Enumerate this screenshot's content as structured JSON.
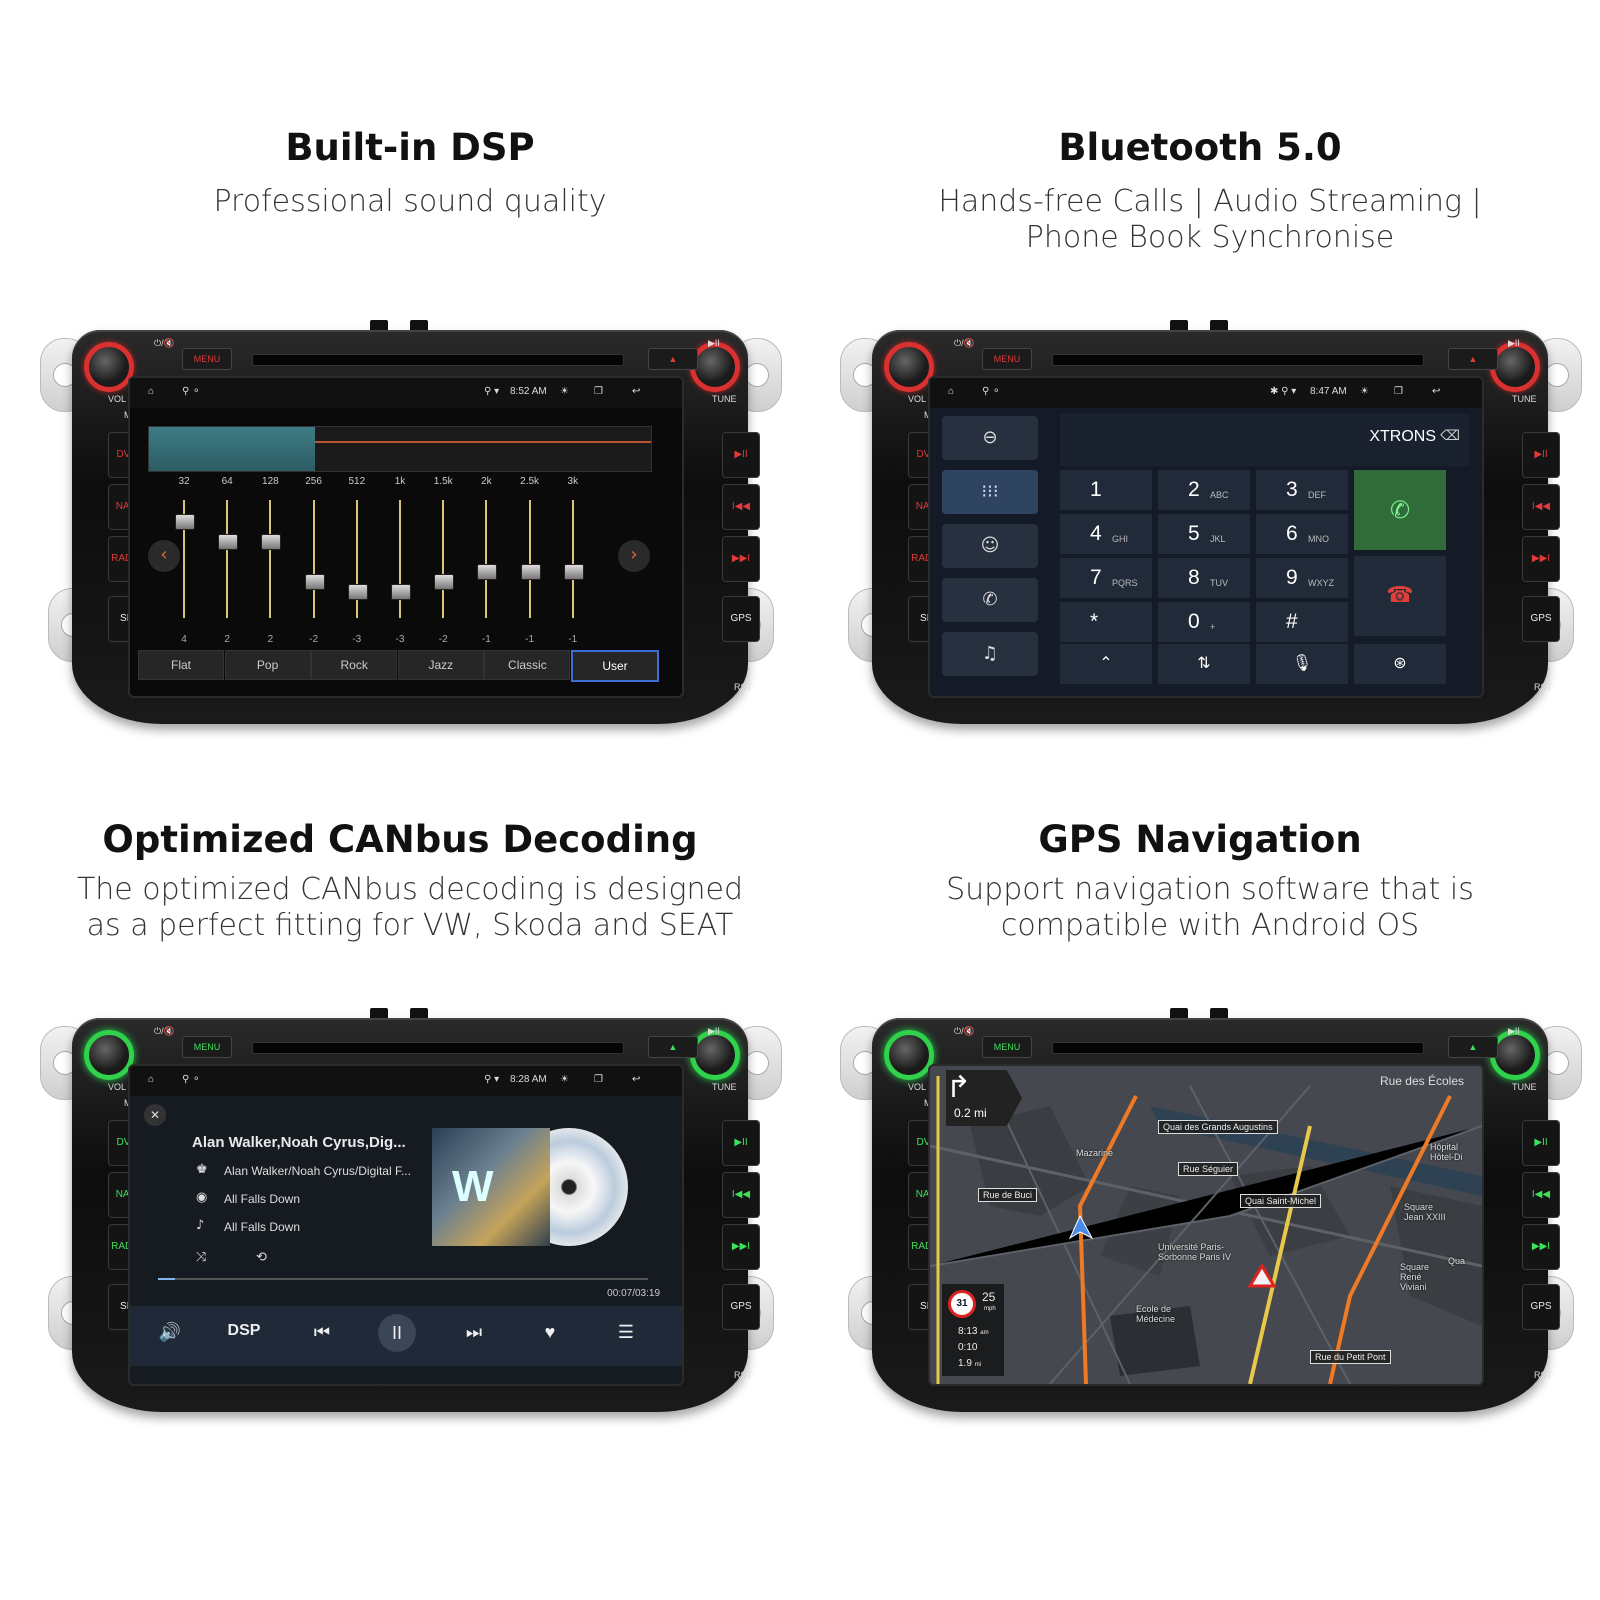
{
  "panels": [
    {
      "heading": "Built-in DSP",
      "subtitle": [
        "Professional sound quality"
      ]
    },
    {
      "heading": "Bluetooth 5.0",
      "subtitle": [
        "Hands-free Calls | Audio Streaming |",
        "Phone Book Synchronise"
      ]
    },
    {
      "heading": "Optimized CANbus Decoding",
      "subtitle": [
        "The optimized CANbus decoding is designed",
        "as a perfect fitting for VW, Skoda and SEAT"
      ]
    },
    {
      "heading": "GPS Navigation",
      "subtitle": [
        "Support navigation software that is",
        "compatible with Android OS"
      ]
    }
  ],
  "unit": {
    "menu_label": "MENU",
    "vol_label": "VOL",
    "tune_label": "TUNE",
    "mic_label": "MIC",
    "rst_label": "RST",
    "left_buttons": [
      "DVD",
      "NAVI",
      "RADIO",
      "SD"
    ],
    "right_buttons": [
      "▶II",
      "I◀◀",
      "▶▶I",
      "GPS"
    ],
    "accent_red": "#d93030",
    "accent_green": "#2fd24a"
  },
  "dsp": {
    "time": "8:52 AM",
    "freqs": [
      "32",
      "64",
      "128",
      "256",
      "512",
      "1k",
      "1.5k",
      "2k",
      "2.5k",
      "3k"
    ],
    "values": [
      "4",
      "2",
      "2",
      "-2",
      "-3",
      "-3",
      "-2",
      "-1",
      "-1",
      "-1"
    ],
    "levels": [
      4,
      2,
      2,
      -2,
      -3,
      -3,
      -2,
      -1,
      -1,
      -1
    ],
    "presets": [
      "Flat",
      "Pop",
      "Rock",
      "Jazz",
      "Classic",
      "User"
    ],
    "selected_preset": "User"
  },
  "dialer": {
    "time": "8:47 AM",
    "brand": "XTRONS",
    "keys": [
      {
        "n": "1",
        "l": ""
      },
      {
        "n": "2",
        "l": "ABC"
      },
      {
        "n": "3",
        "l": "DEF"
      },
      {
        "n": "4",
        "l": "GHI"
      },
      {
        "n": "5",
        "l": "JKL"
      },
      {
        "n": "6",
        "l": "MNO"
      },
      {
        "n": "7",
        "l": "PQRS"
      },
      {
        "n": "8",
        "l": "TUV"
      },
      {
        "n": "9",
        "l": "WXYZ"
      },
      {
        "n": "*",
        "l": ""
      },
      {
        "n": "0",
        "l": "+"
      },
      {
        "n": "#",
        "l": ""
      }
    ]
  },
  "music": {
    "time": "8:28 AM",
    "title": "Alan Walker,Noah Cyrus,Dig...",
    "artist": "Alan Walker/Noah Cyrus/Digital F...",
    "album": "All Falls Down",
    "song": "All Falls Down",
    "elapsed": "00:07/03:19",
    "progress": 0.035,
    "dsp_label": "DSP",
    "album_art_text": "W"
  },
  "nav": {
    "turn_distance": "0.2",
    "turn_unit": "mi",
    "top_street": "Rue des Écoles",
    "speed_limit": "31",
    "speed": "25",
    "speed_unit": "mph",
    "arrival": "8:13",
    "arrival_suffix": "am",
    "remaining_time": "0:10",
    "remaining_distance": "1.9",
    "distance_unit": "mi",
    "streets": [
      "Quai des Grands Augustins",
      "Rue Séguier",
      "Rue de Buci",
      "Quai Saint-Michel",
      "Rue du Petit Pont"
    ],
    "places": [
      "Mazarine",
      "Université Paris-Sorbonne Paris IV",
      "Ecole de Médecine",
      "Square René Viviani",
      "Hôpital Hôtel-Di",
      "Square Jean XXIII",
      "Qua"
    ]
  }
}
